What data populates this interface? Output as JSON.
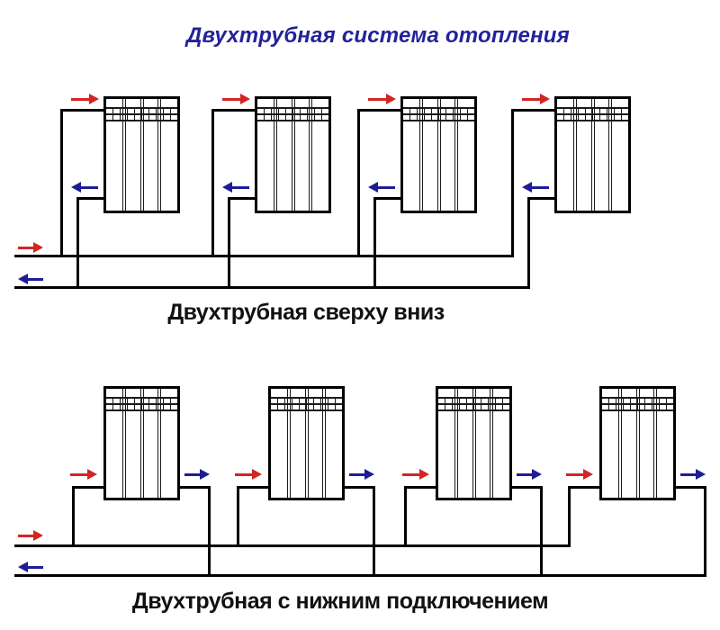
{
  "title": "Двухтрубная система отопления",
  "diagrams": [
    {
      "caption": "Двухтрубная сверху вниз",
      "radiator_count": 4,
      "sections_per_radiator": 4
    },
    {
      "caption": "Двухтрубная с нижним подключением",
      "radiator_count": 4,
      "sections_per_radiator": 4
    }
  ],
  "colors": {
    "background": "#ffffff",
    "pipe_line": "#000000",
    "radiator_detail_line": "#1a1a1a",
    "supply_arrow": "#d32424",
    "return_arrow": "#1d1d97",
    "title_text": "#22229a",
    "caption_text": "#111111"
  }
}
